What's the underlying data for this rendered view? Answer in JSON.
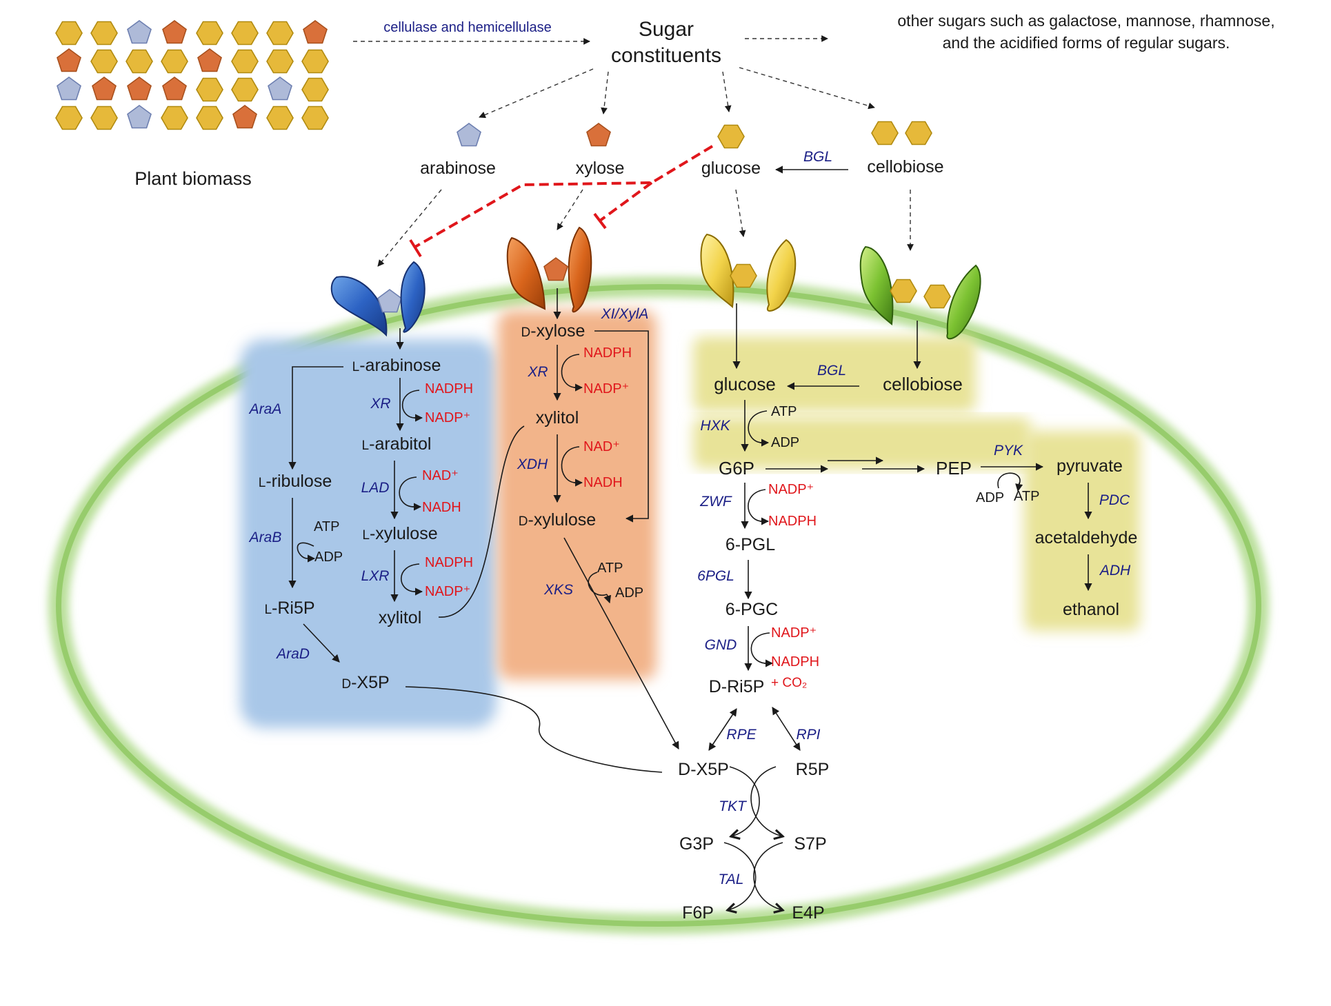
{
  "colors": {
    "glucose_hexagon": "#e6b93a",
    "xylose_pentagon": "#d9703a",
    "arabinose_pentagon": "#a9b7da",
    "arabinose_region": "#a9c7e8",
    "xylose_region": "#f2b48a",
    "glucose_region": "#e8e398",
    "cell_membrane": "#9fcf78",
    "enzyme_text": "#1b1f86",
    "cofactor_text": "#e0161b",
    "inhibition": "#e0161b"
  },
  "icons": [
    "glucose-hexagon-icon",
    "xylose-pentagon-icon",
    "arabinose-pentagon-icon",
    "cellobiose-icon",
    "transporter-icon"
  ],
  "biomass": {
    "label": "Plant biomass",
    "tiles": [
      [
        "hex",
        "hex",
        "pent-blue",
        "pent-orange",
        "hex",
        "hex",
        "hex",
        "pent-orange"
      ],
      [
        "pent-orange",
        "hex",
        "hex",
        "hex",
        "pent-orange",
        "hex",
        "hex",
        "hex"
      ],
      [
        "pent-blue",
        "pent-orange",
        "pent-orange",
        "pent-orange",
        "hex",
        "hex",
        "pent-blue",
        "hex"
      ],
      [
        "hex",
        "hex",
        "pent-blue",
        "hex",
        "hex",
        "pent-orange",
        "hex",
        "hex"
      ]
    ]
  },
  "top": {
    "hydrolysis_enzymes": "cellulase and hemicellulase",
    "sugar_line1": "Sugar",
    "sugar_line2": "constituents",
    "other_line1": "other sugars such as galactose, mannose, rhamnose,",
    "other_line2": "and the acidified forms of regular sugars.",
    "arabinose": "arabinose",
    "xylose": "xylose",
    "glucose": "glucose",
    "cellobiose": "cellobiose",
    "bgl_outer": "BGL"
  },
  "arabinose_path": {
    "l_arabinose_prefix": "L",
    "l_arabinose": "-arabinose",
    "araA": "AraA",
    "xr": "XR",
    "nadph1": "NADPH",
    "nadp1": "NADP⁺",
    "l_arabitol_prefix": "L",
    "l_arabitol": "-arabitol",
    "l_ribulose_prefix": "L",
    "l_ribulose": "-ribulose",
    "lad": "LAD",
    "nad1": "NAD⁺",
    "nadh1": "NADH",
    "araB": "AraB",
    "atp1": "ATP",
    "adp1": "ADP",
    "l_xylulose_prefix": "L",
    "l_xylulose": "-xylulose",
    "lxr": "LXR",
    "nadph2": "NADPH",
    "nadp2": "NADP⁺",
    "l_ri5p_prefix": "L",
    "l_ri5p": "-Ri5P",
    "xylitol": "xylitol",
    "araD": "AraD",
    "d_x5p_prefix": "D",
    "d_x5p": "-X5P"
  },
  "xylose_path": {
    "d_xylose_prefix": "D",
    "d_xylose": "-xylose",
    "xi": "XI/XylA",
    "xr": "XR",
    "nadph": "NADPH",
    "nadp": "NADP⁺",
    "xylitol": "xylitol",
    "xdh": "XDH",
    "nad": "NAD⁺",
    "nadh": "NADH",
    "d_xylulose_prefix": "D",
    "d_xylulose": "-xylulose",
    "xks": "XKS",
    "atp": "ATP",
    "adp": "ADP"
  },
  "glucose_path": {
    "glucose": "glucose",
    "bgl_inner": "BGL",
    "cellobiose": "cellobiose",
    "hxk": "HXK",
    "atp": "ATP",
    "adp": "ADP",
    "g6p": "G6P",
    "pep": "PEP",
    "pyk": "PYK",
    "pyruvate": "pyruvate",
    "pyk_adp": "ADP",
    "pyk_atp": "ATP",
    "zwf": "ZWF",
    "nadp_plus": "NADP⁺",
    "nadph": "NADPH",
    "pdc": "PDC",
    "pgl6": "6-PGL",
    "pgl_enz": "6PGL",
    "acetaldehyde": "acetaldehyde",
    "adh": "ADH",
    "ethanol": "ethanol",
    "pgc6": "6-PGC",
    "gnd": "GND",
    "gnd_nadp": "NADP⁺",
    "gnd_nadph": "NADPH",
    "co2": "+ CO₂",
    "d_ri5p": "D-Ri5P"
  },
  "ppp": {
    "rpe": "RPE",
    "rpi": "RPI",
    "d_x5p": "D-X5P",
    "r5p": "R5P",
    "tkt": "TKT",
    "g3p": "G3P",
    "s7p": "S7P",
    "tal": "TAL",
    "f6p": "F6P",
    "e4p": "E4P"
  }
}
